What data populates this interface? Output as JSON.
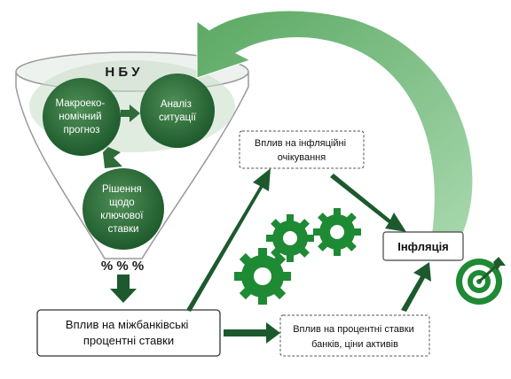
{
  "nbu_title": "Н Б У",
  "circles": {
    "forecast": [
      "Макроеко-",
      "номічний",
      "прогноз"
    ],
    "analysis": [
      "Аналіз",
      "ситуації"
    ],
    "decision": [
      "Рішення",
      "щодо",
      "ключової",
      "ставки"
    ]
  },
  "percent_signs": "% % %",
  "boxes": {
    "interbank": [
      "Вплив на міжбанківські",
      "процентні ставки"
    ],
    "expectations": [
      "Вплив на інфляційні",
      "очікування"
    ],
    "bank_rates": [
      "Вплив на процентні ставки",
      "банків, ціни активів"
    ],
    "inflation": "Інфляція"
  },
  "icons": {
    "gears": "gears-icon",
    "target": "target-icon"
  },
  "colors": {
    "dark_green": "#1c5a2e",
    "mid_green": "#2e7d3c",
    "light_green": "#7fbf86",
    "funnel_gray": "#9a9a9a"
  }
}
